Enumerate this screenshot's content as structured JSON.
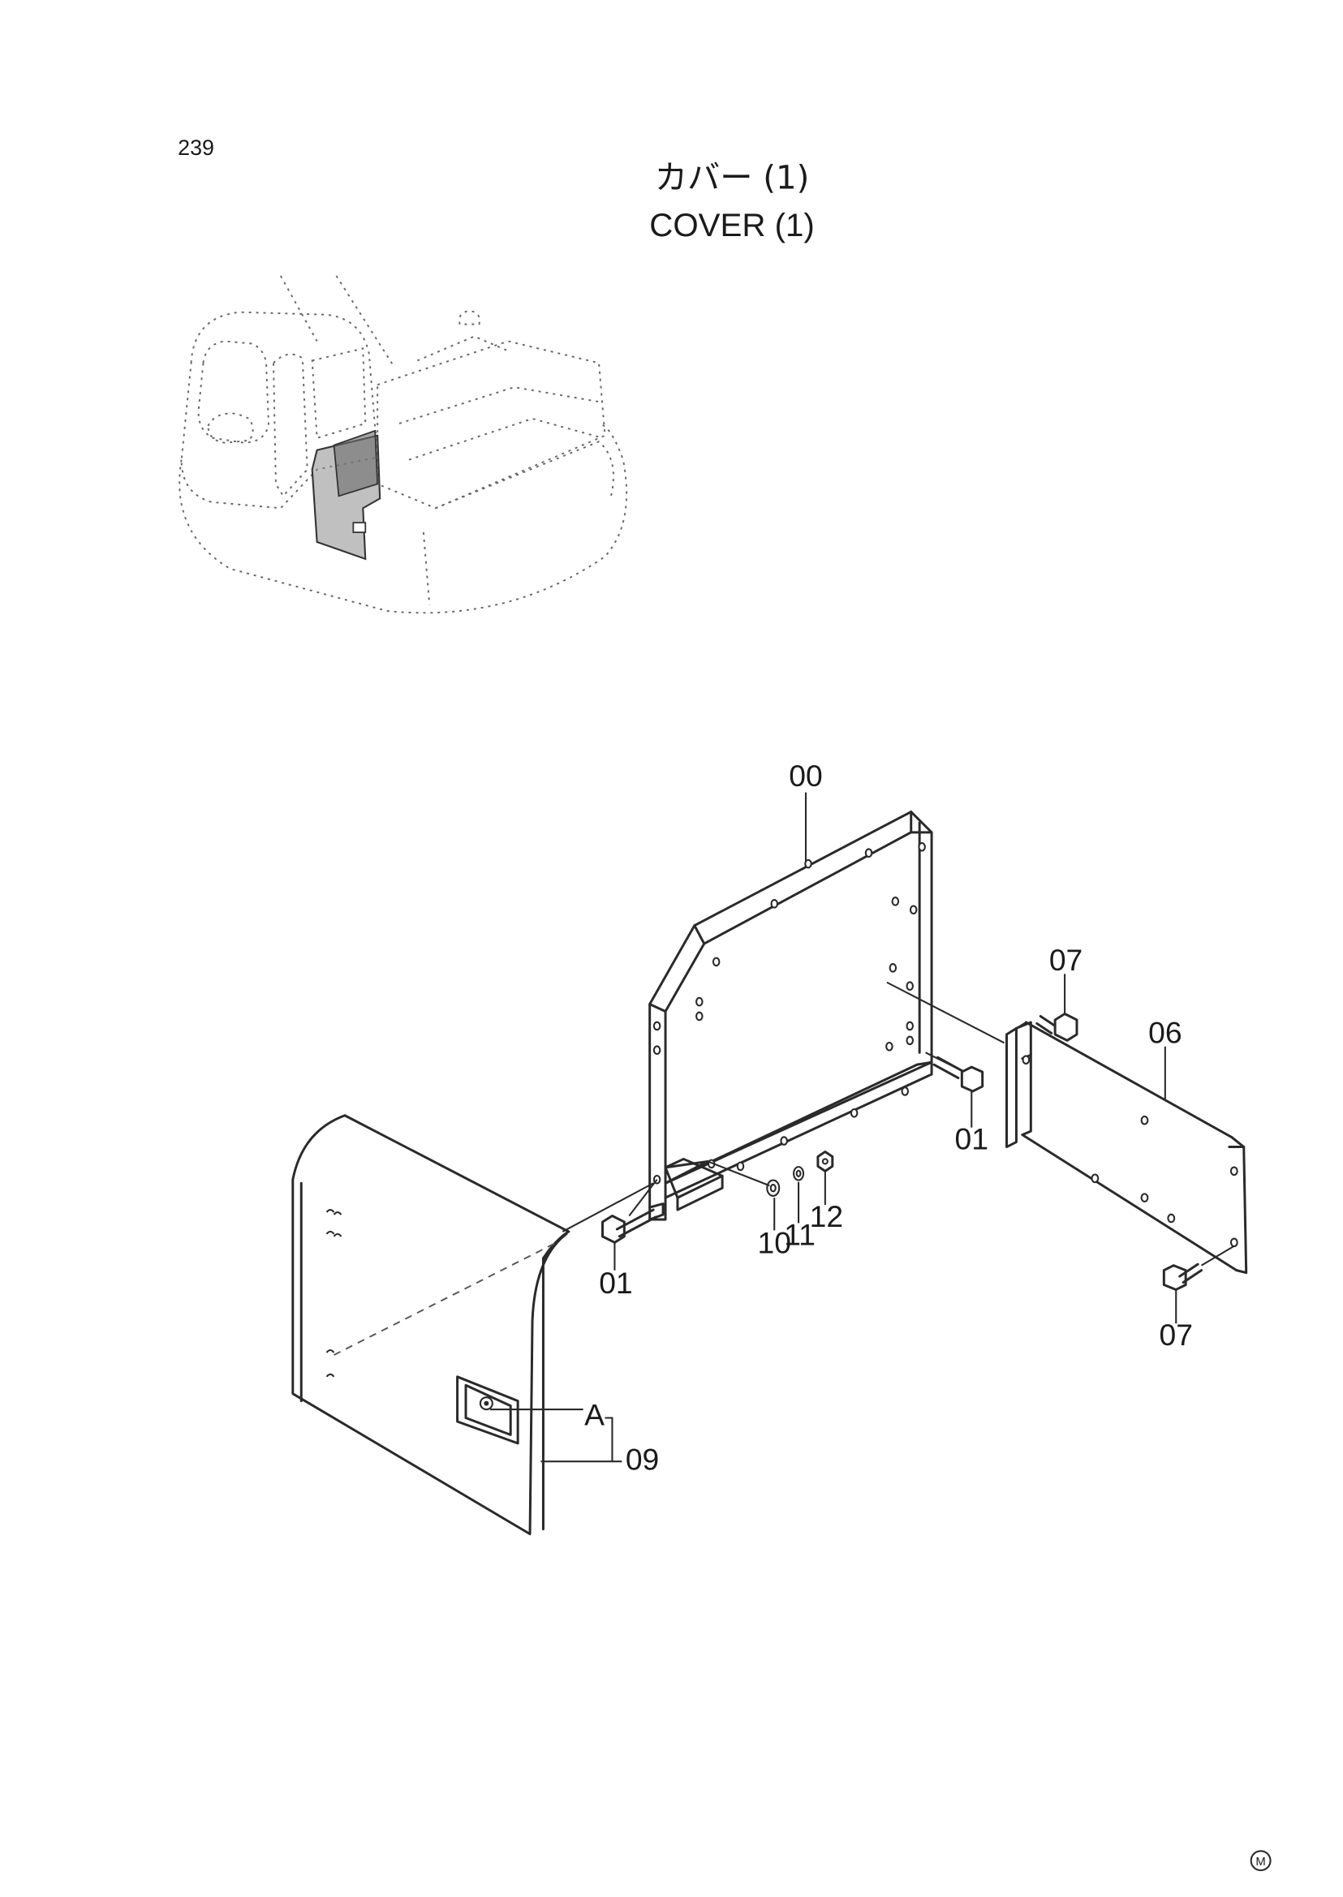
{
  "page": {
    "number": "239",
    "title_jp": "カバー (1)",
    "title_en": "COVER (1)",
    "mark": "M"
  },
  "parts": [
    {
      "ref": "00"
    },
    {
      "ref": "01"
    },
    {
      "ref": "06"
    },
    {
      "ref": "07"
    },
    {
      "ref": "09"
    },
    {
      "ref": "10"
    },
    {
      "ref": "11"
    },
    {
      "ref": "12"
    }
  ],
  "detail_ref": "A"
}
